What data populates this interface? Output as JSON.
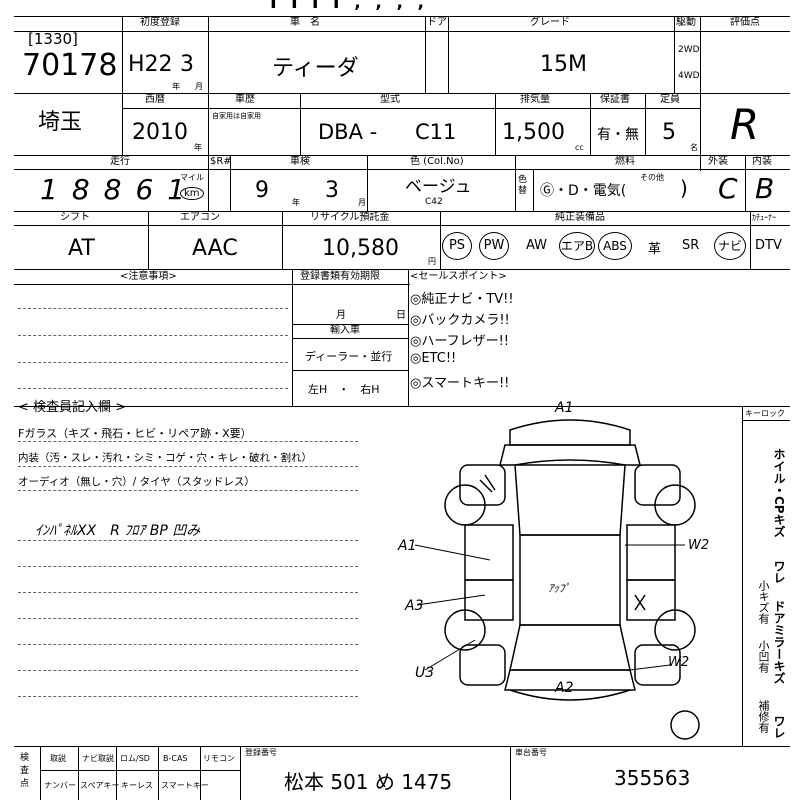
{
  "header": {
    "title_fragment": "Ⅰ Ⅰ Ⅰ Ⅰ ‚ ‚ ‚ ‚"
  },
  "lot": {
    "code": "[1330]",
    "number": "70178"
  },
  "labels": {
    "first_reg": "初度登録",
    "model": "車　名",
    "door": "ドア",
    "grade": "グレード",
    "drive": "駆動",
    "score": "評価点",
    "region": "西暦",
    "car_history": "車歴",
    "car_history_sub": "自家用は自家用",
    "type": "型式",
    "displacement": "排気量",
    "warranty": "保証書",
    "capacity": "定員",
    "mileage": "走行",
    "odo": "$R#",
    "inspection": "車検",
    "color": "色 (Col.No)",
    "fuel": "燃料",
    "exterior": "外装",
    "interior": "内装",
    "shift": "シフト",
    "aircon": "エアコン",
    "recycle": "リサイクル預託金",
    "equipment": "純正装備品",
    "cooler": "ｶﾁｭｰﾅｰ",
    "notes": "<注意事項>",
    "reg_expiry": "登録書類有効期限",
    "sales_points": "<セールスポイント>",
    "import": "輸入車",
    "inspector": "< 検査員記入欄 >",
    "key_lock": "キーロック",
    "yen": "円",
    "cc": "cc",
    "nin": "名",
    "year_unit": "年",
    "month_unit": "月",
    "day_unit": "日",
    "tone": "色替",
    "reg_no": "登録番号",
    "chassis_no": "車台番号"
  },
  "values": {
    "era": "H22",
    "month": "3",
    "model": "ティーダ",
    "grade": "15M",
    "drive_2wd": "2WD",
    "drive_4wd": "4WD",
    "score": "R",
    "prefecture": "埼玉",
    "year": "2010",
    "type_prefix": "DBA -",
    "type_code": "C11",
    "displacement": "1,500",
    "warranty": "有・無",
    "capacity": "5",
    "mileage": "18861",
    "mileage_unit_top": "マイル",
    "mileage_unit": "km",
    "inspection_year": "9",
    "inspection_month": "3",
    "color": "ベージュ",
    "color_no": "C42",
    "fuel": "Ⓖ・D・電気(",
    "fuel_other": "その他",
    "fuel_close": ")",
    "exterior": "C",
    "interior": "B",
    "shift": "AT",
    "aircon": "AAC",
    "recycle": "10,580",
    "month_label": "月",
    "day_label": "日",
    "dealer": "ディーラー・並行",
    "handle": "左H　・　右H"
  },
  "equipment": [
    {
      "label": "PS",
      "circled": true
    },
    {
      "label": "PW",
      "circled": true
    },
    {
      "label": "AW",
      "circled": false
    },
    {
      "label": "エアB",
      "circled": true
    },
    {
      "label": "ABS",
      "circled": true
    },
    {
      "label": "革",
      "circled": false
    },
    {
      "label": "SR",
      "circled": false
    },
    {
      "label": "ナビ",
      "circled": true
    },
    {
      "label": "DTV",
      "circled": false
    }
  ],
  "sales_points": [
    "◎純正ナビ・TV!!",
    "◎バックカメラ!!",
    "◎ハーフレザー!!",
    "◎ETC!!",
    "◎スマートキー!!"
  ],
  "inspector_lines": [
    "Fガラス（キズ・飛石・ヒビ・リペア跡・X要）",
    "内装（汚・スレ・汚れ・シミ・コゲ・穴・キレ・破れ・割れ）",
    "オーディオ（無し・穴）/ タイヤ（スタッドレス）"
  ],
  "handwritten_note": "ｲﾝﾊﾟﾈﾙXX　R ﾌﾛｱ BP 凹み",
  "diagram_marks": {
    "front": "A1",
    "left_front": "A1",
    "left_mid": "A3",
    "left_rear": "U3",
    "right_front": "W2",
    "right_rear": "W2",
    "rear": "A2",
    "roof": "ｱｯﾌﾟ"
  },
  "side_notes": {
    "col1": "ホイル・CPキズ",
    "col2": "ワレ",
    "col3": "小キズ有",
    "col4": "ドアミラーキズ",
    "col5": "小凹有",
    "col6": "ワレ",
    "col7": "補修有"
  },
  "footer": {
    "inspect_label": "検査点",
    "items_top": [
      "取説",
      "ナビ取説",
      "ロム/SD",
      "B-CAS",
      "リモコン"
    ],
    "items_bottom": [
      "ナンバー",
      "スペアキー",
      "キーレス",
      "スマートキー"
    ],
    "reg_number": "松本 501 め 1475",
    "chassis": "355563"
  }
}
